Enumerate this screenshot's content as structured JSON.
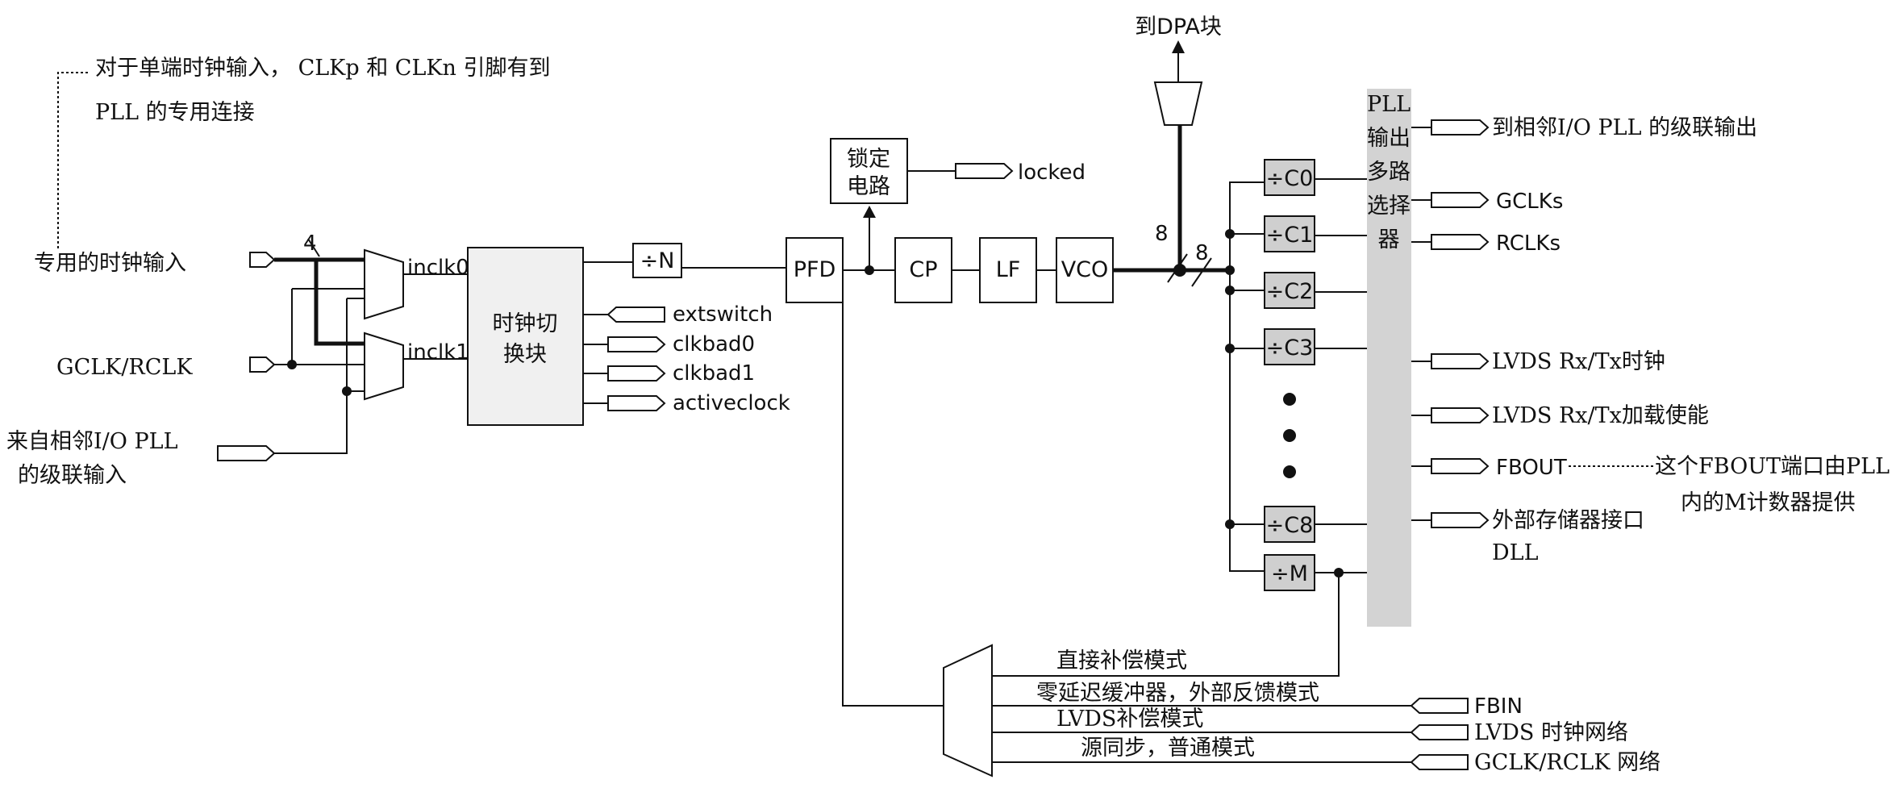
{
  "notes": {
    "single_ended_line1": "对于单端时钟输入， CLKp 和 CLKn 引脚有到",
    "single_ended_line2": "PLL 的专用连接",
    "fbout_line1": "这个FBOUT端口由PLL",
    "fbout_line2": "内的M计数器提供"
  },
  "inputs": {
    "dedicated": "专用的时钟输入",
    "gclk_rclk": "GCLK/RCLK",
    "cascade_line1": "来自相邻I/O PLL",
    "cascade_line2": "的级联输入"
  },
  "bus_widths": {
    "input": "4",
    "vco_a": "8",
    "vco_b": "8"
  },
  "mux_ports": {
    "inclk0": "inclk0",
    "inclk1": "inclk1"
  },
  "switch_block": {
    "line1": "时钟切",
    "line2": "换块"
  },
  "switch_signals": [
    "extswitch",
    "clkbad0",
    "clkbad1",
    "activeclock"
  ],
  "blocks": {
    "n": "÷N",
    "pfd": "PFD",
    "cp": "CP",
    "lf": "LF",
    "vco": "VCO"
  },
  "lock": {
    "line1": "锁定",
    "line2": "电路",
    "output": "locked"
  },
  "dpa": "到DPA块",
  "counters": [
    "÷C0",
    "÷C1",
    "÷C2",
    "÷C3",
    "÷C8",
    "÷M"
  ],
  "output_mux": [
    "PLL",
    "输出",
    "多路",
    "选择",
    "器"
  ],
  "outputs": [
    "到相邻I/O PLL 的级联输出",
    "GCLKs",
    "RCLKs",
    "LVDS Rx/Tx时钟",
    "LVDS Rx/Tx加载使能",
    "FBOUT",
    "外部存储器接口",
    "DLL"
  ],
  "feedback_modes": [
    "直接补偿模式",
    "零延迟缓冲器，外部反馈模式",
    "LVDS补偿模式",
    "源同步，普通模式"
  ],
  "feedback_inputs": [
    "FBIN",
    "LVDS 时钟网络",
    "GCLK/RCLK 网络"
  ]
}
